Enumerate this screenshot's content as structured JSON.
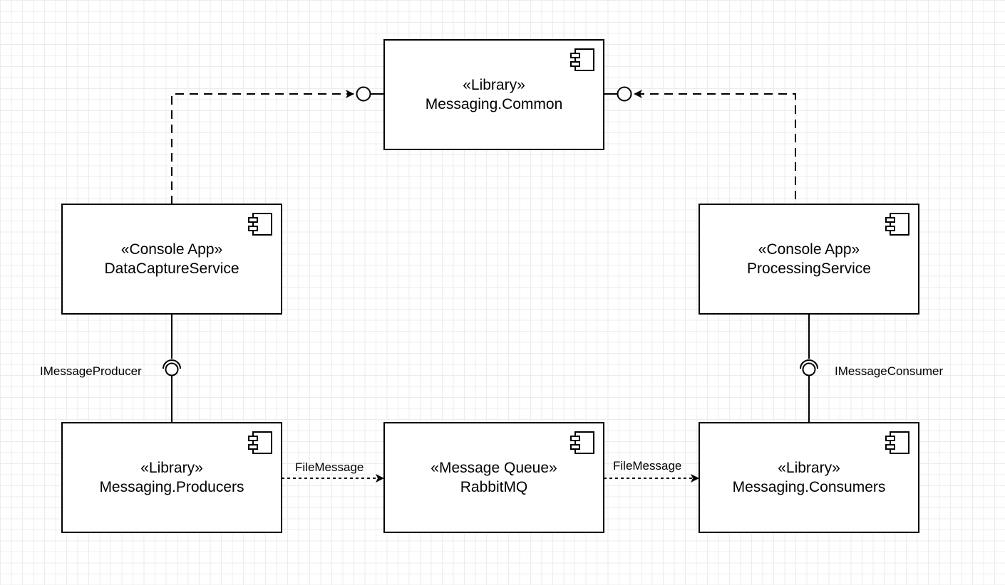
{
  "components": {
    "messaging_common": {
      "stereotype": "«Library»",
      "name": "Messaging.Common"
    },
    "data_capture": {
      "stereotype": "«Console App»",
      "name": "DataCaptureService"
    },
    "processing": {
      "stereotype": "«Console App»",
      "name": "ProcessingService"
    },
    "producers": {
      "stereotype": "«Library»",
      "name": "Messaging.Producers"
    },
    "rabbitmq": {
      "stereotype": "«Message Queue»",
      "name": "RabbitMQ"
    },
    "consumers": {
      "stereotype": "«Library»",
      "name": "Messaging.Consumers"
    }
  },
  "interfaces": {
    "producer": "IMessageProducer",
    "consumer": "IMessageConsumer"
  },
  "flows": {
    "producers_to_queue": "FileMessage",
    "queue_to_consumers": "FileMessage"
  },
  "colors": {
    "line": "#000000",
    "box_fill": "#ffffff",
    "grid": "#ececec"
  },
  "icons": {
    "component": "uml-component-icon"
  }
}
